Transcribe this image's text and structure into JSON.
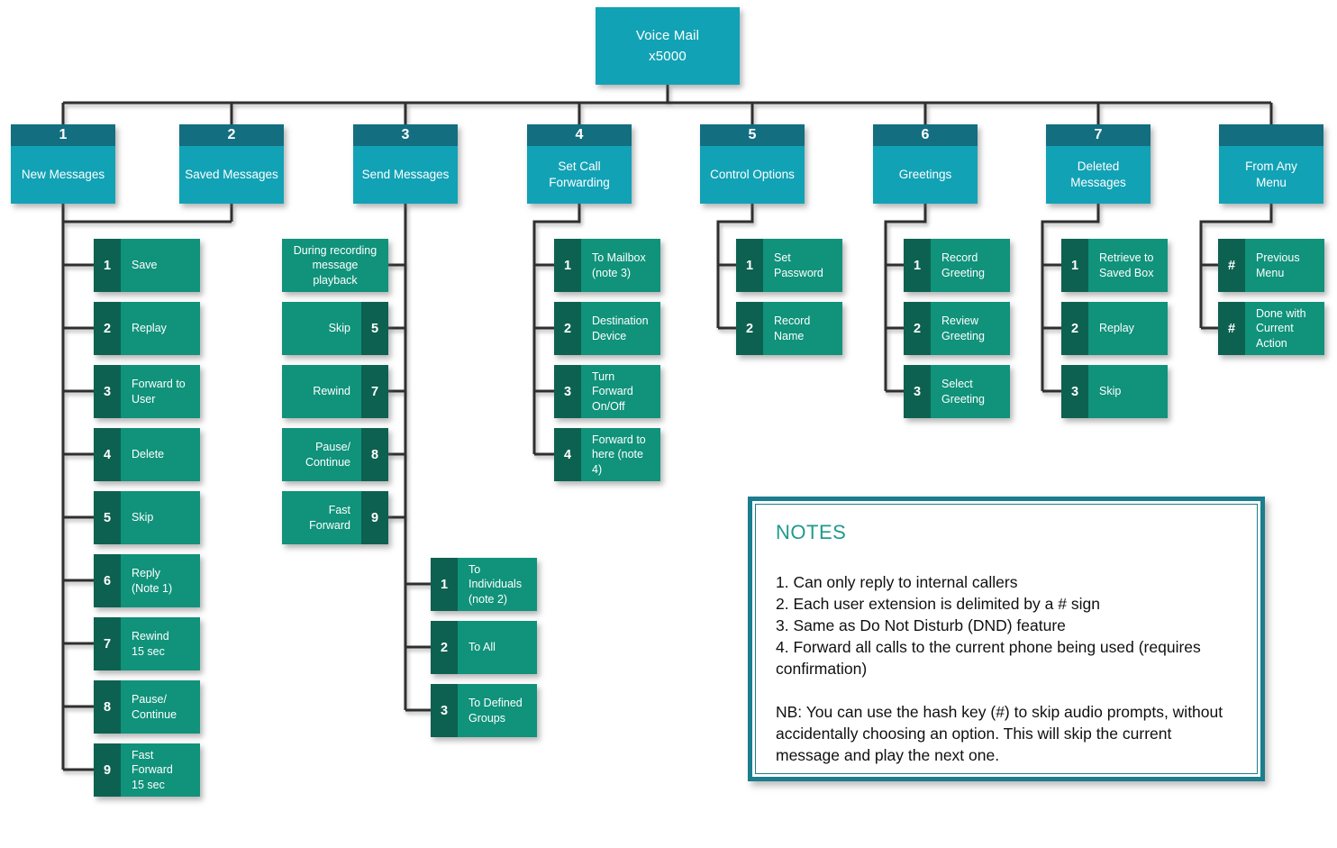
{
  "root": {
    "label": "Voice Mail\nx5000"
  },
  "branches": [
    {
      "key": "1",
      "label": "New Messages"
    },
    {
      "key": "2",
      "label": "Saved Messages"
    },
    {
      "key": "3",
      "label": "Send Messages"
    },
    {
      "key": "4",
      "label": "Set Call\nForwarding"
    },
    {
      "key": "5",
      "label": "Control Options"
    },
    {
      "key": "6",
      "label": "Greetings"
    },
    {
      "key": "7",
      "label": "Deleted\nMessages"
    },
    {
      "key": "",
      "label": "From Any\nMenu"
    }
  ],
  "new_messages": {
    "items": [
      {
        "key": "1",
        "label": "Save"
      },
      {
        "key": "2",
        "label": "Replay"
      },
      {
        "key": "3",
        "label": "Forward to\nUser"
      },
      {
        "key": "4",
        "label": "Delete"
      },
      {
        "key": "5",
        "label": "Skip"
      },
      {
        "key": "6",
        "label": "Reply\n(Note 1)"
      },
      {
        "key": "7",
        "label": "Rewind\n15 sec"
      },
      {
        "key": "8",
        "label": "Pause/\nContinue"
      },
      {
        "key": "9",
        "label": "Fast Forward\n15 sec"
      }
    ]
  },
  "send_messages": {
    "playback_header": "During recording\nmessage\nplayback",
    "playback_items": [
      {
        "key": "5",
        "label": "Skip"
      },
      {
        "key": "7",
        "label": "Rewind"
      },
      {
        "key": "8",
        "label": "Pause/\nContinue"
      },
      {
        "key": "9",
        "label": "Fast Forward"
      }
    ],
    "send_to_items": [
      {
        "key": "1",
        "label": "To Individuals\n(note 2)"
      },
      {
        "key": "2",
        "label": "To All"
      },
      {
        "key": "3",
        "label": "To Defined\nGroups"
      }
    ]
  },
  "set_call_forwarding": {
    "items": [
      {
        "key": "1",
        "label": "To Mailbox\n(note 3)"
      },
      {
        "key": "2",
        "label": "Destination\nDevice"
      },
      {
        "key": "3",
        "label": "Turn Forward\nOn/Off"
      },
      {
        "key": "4",
        "label": "Forward to\nhere (note 4)"
      }
    ]
  },
  "control_options": {
    "items": [
      {
        "key": "1",
        "label": "Set Password"
      },
      {
        "key": "2",
        "label": "Record Name"
      }
    ]
  },
  "greetings": {
    "items": [
      {
        "key": "1",
        "label": "Record\nGreeting"
      },
      {
        "key": "2",
        "label": "Review\nGreeting"
      },
      {
        "key": "3",
        "label": "Select\nGreeting"
      }
    ]
  },
  "deleted_messages": {
    "items": [
      {
        "key": "1",
        "label": "Retrieve to\nSaved Box"
      },
      {
        "key": "2",
        "label": "Replay"
      },
      {
        "key": "3",
        "label": "Skip"
      }
    ]
  },
  "from_any_menu": {
    "items": [
      {
        "key": "#",
        "label": "Previous Menu"
      },
      {
        "key": "#",
        "label": "Done with\nCurrent Action"
      }
    ]
  },
  "notes": {
    "title": "NOTES",
    "items": [
      "1. Can only reply to internal callers",
      "2. Each user extension is delimited by a # sign",
      "3. Same as Do Not Disturb (DND) feature",
      "4. Forward all calls to the current phone being used (requires confirmation)"
    ],
    "nb": "NB: You can use the hash key (#) to skip audio prompts, without accidentally choosing an option. This will skip the current message and play the next one."
  },
  "colors": {
    "teal": "#12a2b5",
    "teal_dark": "#136e80",
    "green": "#10927b",
    "green_dark": "#0d6150",
    "notes_border": "#1b7d8d",
    "notes_title": "#1d9b8d",
    "connector": "#2f2f2f"
  }
}
